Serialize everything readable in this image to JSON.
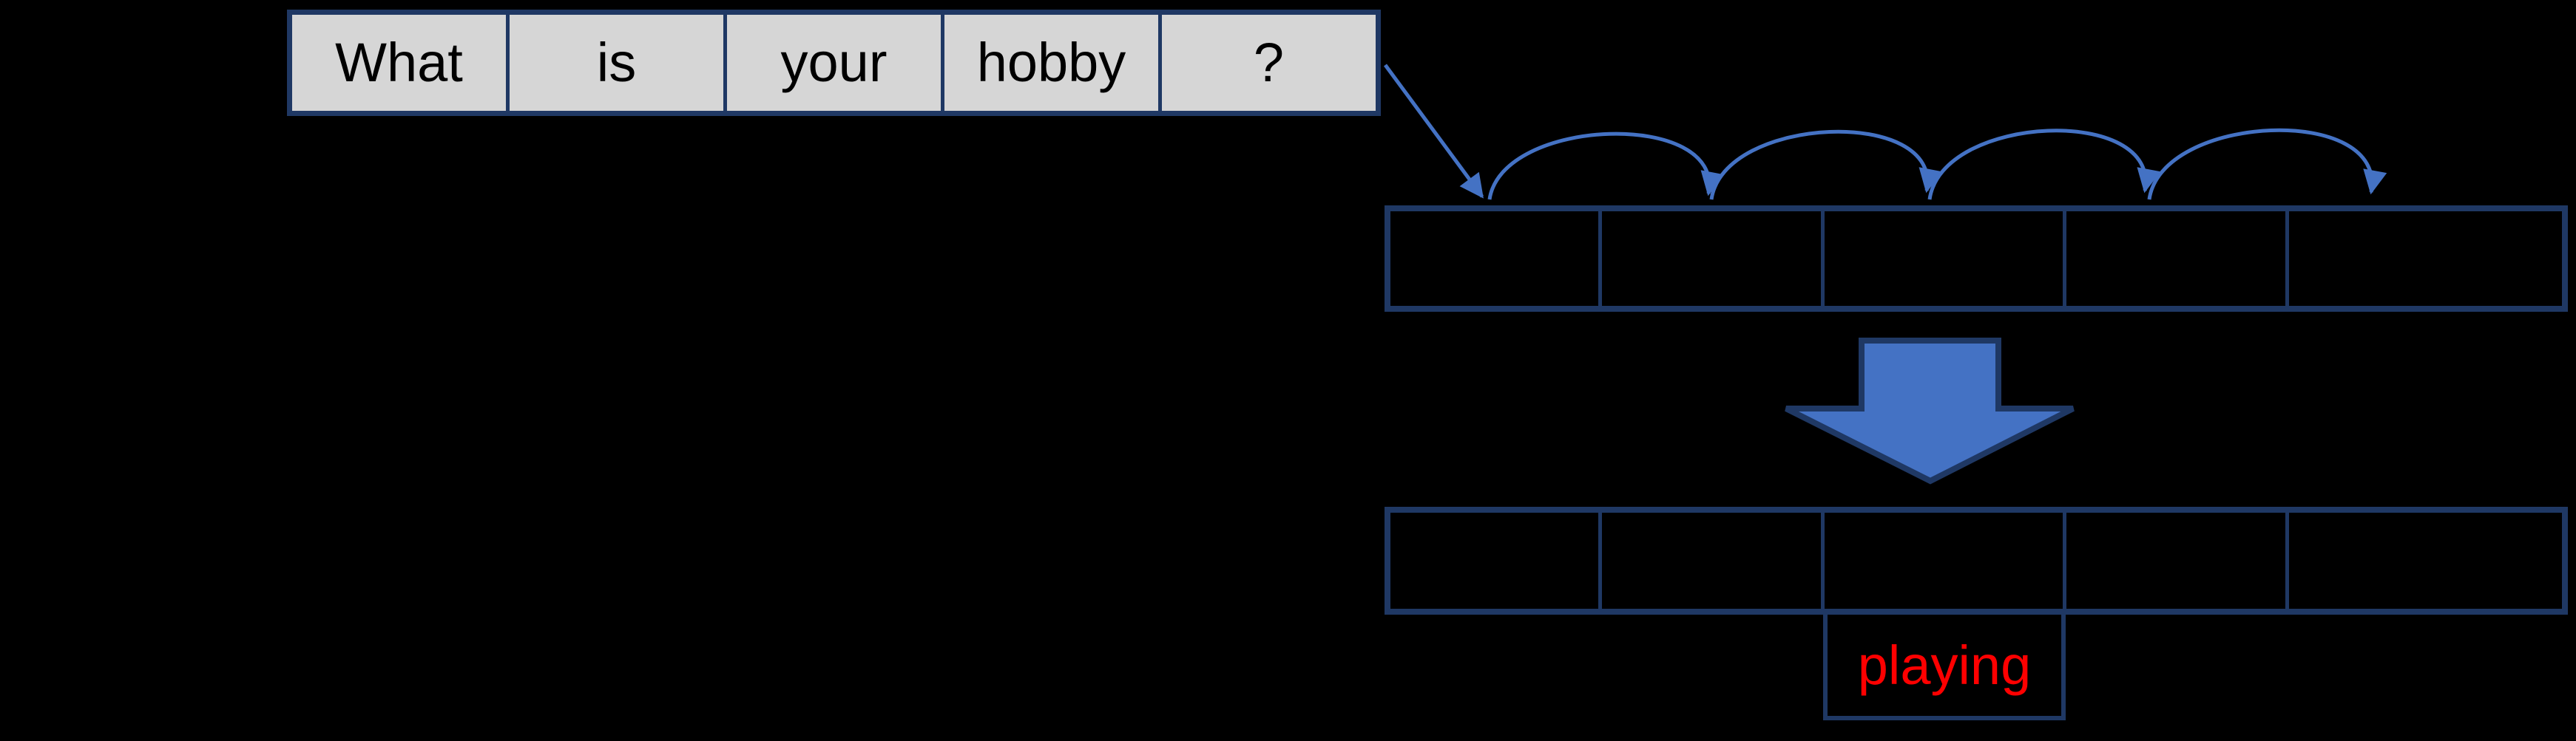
{
  "diagram": {
    "background_color": "#000000",
    "question_row": {
      "words": [
        "What",
        "is",
        "your",
        "hobby",
        "?"
      ],
      "cell_fill": "#D6D6D6",
      "text_color": "#000000"
    },
    "top_sequence_row": {
      "cells": [
        "",
        "",
        "",
        "",
        ""
      ],
      "cell_count": 5
    },
    "bottom_sequence_row": {
      "cells": [
        "",
        "",
        "",
        "",
        ""
      ],
      "cell_count": 5
    },
    "output_cell": {
      "label": "playing",
      "text_color": "#FF0000"
    },
    "icons": {
      "input_arrow": "diagonal-arrow-icon",
      "hop_arcs": "arc-arrow-icon",
      "big_arrow": "block-down-arrow-icon"
    },
    "colors": {
      "border_navy": "#1F3864",
      "arrow_blue": "#4472C4",
      "answer_red": "#FF0000",
      "cell_gray": "#D6D6D6"
    }
  }
}
